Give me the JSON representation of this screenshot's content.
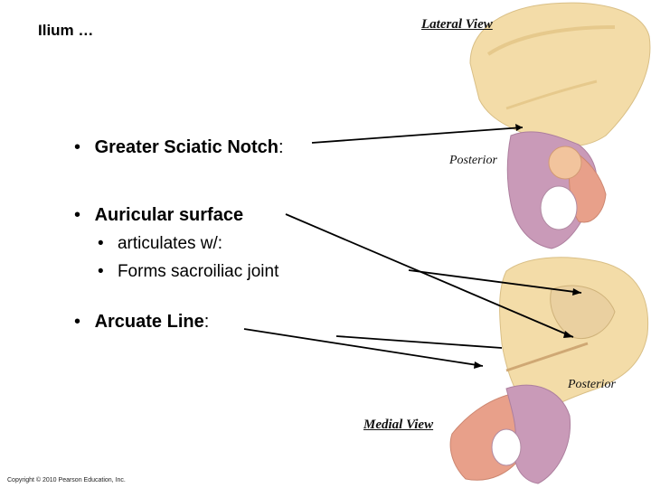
{
  "slide": {
    "title": "Ilium …",
    "bullets": {
      "notch_label": "Greater Sciatic Notch",
      "notch_colon": ":",
      "auricular": "Auricular surface",
      "sub1": "articulates w/:",
      "sub2": "Forms sacroiliac joint",
      "arcuate_label": "Arcuate Line",
      "arcuate_colon": ":"
    },
    "figure_labels": {
      "lateral_view": "Lateral View",
      "posterior_top": "Posterior",
      "posterior_bottom": "Posterior",
      "medial_view": "Medial View"
    },
    "copyright": "Copyright © 2010 Pearson Education, Inc."
  },
  "colors": {
    "bone": "#f3dca8",
    "bone_shade": "#e6c98c",
    "ischium": "#c99ab8",
    "pubis": "#e8a08a",
    "leader_line": "#000000"
  }
}
